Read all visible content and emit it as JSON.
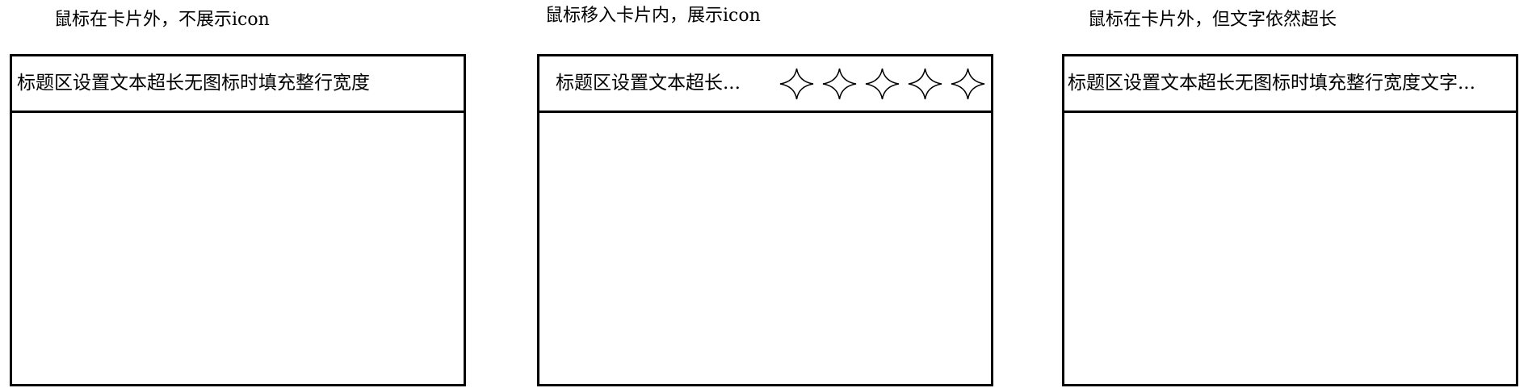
{
  "panels": [
    {
      "caption": "鼠标在卡片外，不展示icon",
      "title": "标题区设置文本超长无图标时填充整行宽度"
    },
    {
      "caption": "鼠标移入卡片内，展示icon",
      "title": "标题区设置文本超长...",
      "icons": [
        "star-icon",
        "star-icon",
        "star-icon",
        "star-icon",
        "star-icon"
      ]
    },
    {
      "caption": "鼠标在卡片外，但文字依然超长",
      "title": "标题区设置文本超长无图标时填充整行宽度文字..."
    }
  ],
  "colors": {
    "stroke": "#000000",
    "background": "#ffffff"
  }
}
